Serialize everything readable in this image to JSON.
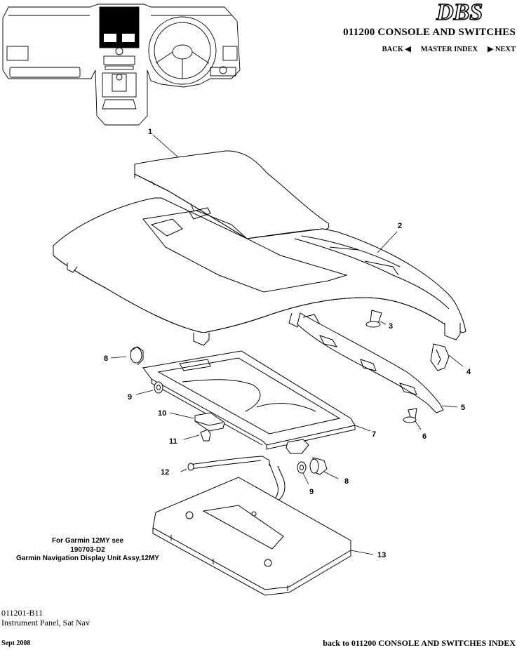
{
  "header": {
    "logo_text": "DBS",
    "title": "011200 CONSOLE AND SWITCHES",
    "nav": {
      "back": "BACK",
      "master_index": "MASTER INDEX",
      "next": "NEXT"
    }
  },
  "callouts": [
    "1",
    "2",
    "3",
    "4",
    "5",
    "6",
    "7",
    "8",
    "9",
    "10",
    "11",
    "12",
    "9",
    "8",
    "13"
  ],
  "note": {
    "line1": "For Garmin 12MY see",
    "line2": "190703-D2",
    "line3": "Garmin Navigation Display Unit Assy,12MY"
  },
  "footer": {
    "code": "011201-B11",
    "description": "Instrument Panel, Sat Nav",
    "date": "Sept 2008",
    "back_index": "back to 011200 CONSOLE AND SWITCHES INDEX"
  }
}
